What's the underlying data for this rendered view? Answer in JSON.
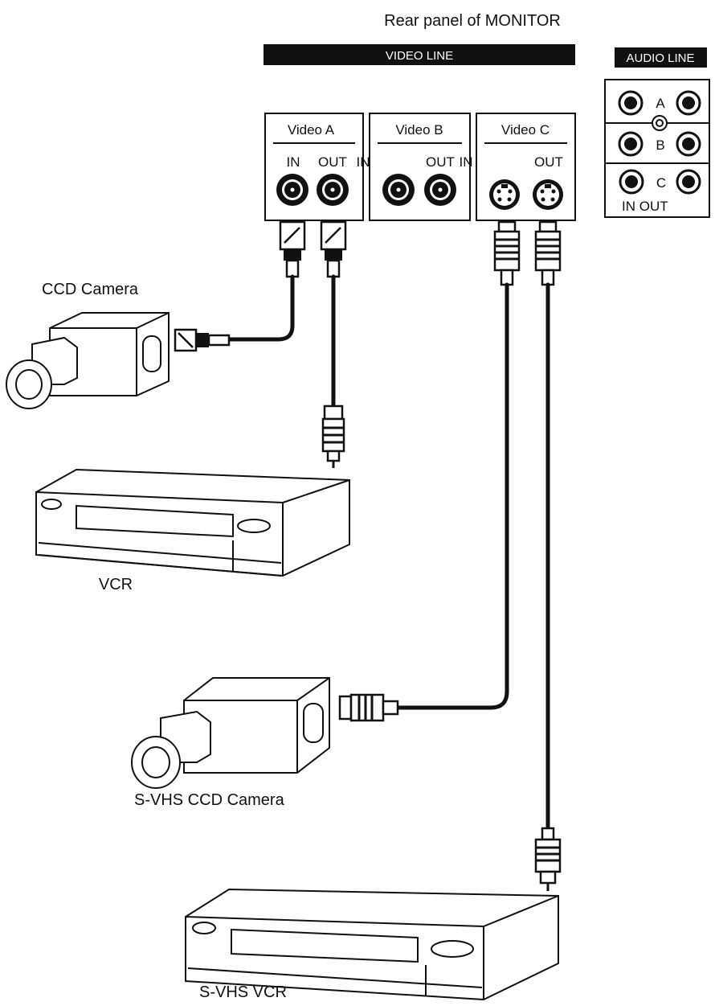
{
  "title": "Rear panel of MONITOR",
  "video_line_label": "VIDEO LINE",
  "audio_line_label": "AUDIO LINE",
  "panels": {
    "video_a": {
      "title": "Video A",
      "in_label": "IN",
      "out_label": "OUT"
    },
    "video_b": {
      "title": "Video B",
      "in_label": "IN",
      "out_label": "OUT"
    },
    "video_c": {
      "title": "Video C",
      "in_label": "IN",
      "out_label": "OUT"
    }
  },
  "audio": {
    "row_a": "A",
    "row_b": "B",
    "row_c": "C",
    "in_out_label": "IN OUT"
  },
  "devices": {
    "ccd_camera": "CCD Camera",
    "vcr": "VCR",
    "svhs_camera": "S-VHS CCD Camera",
    "svhs_vcr": "S-VHS VCR"
  }
}
